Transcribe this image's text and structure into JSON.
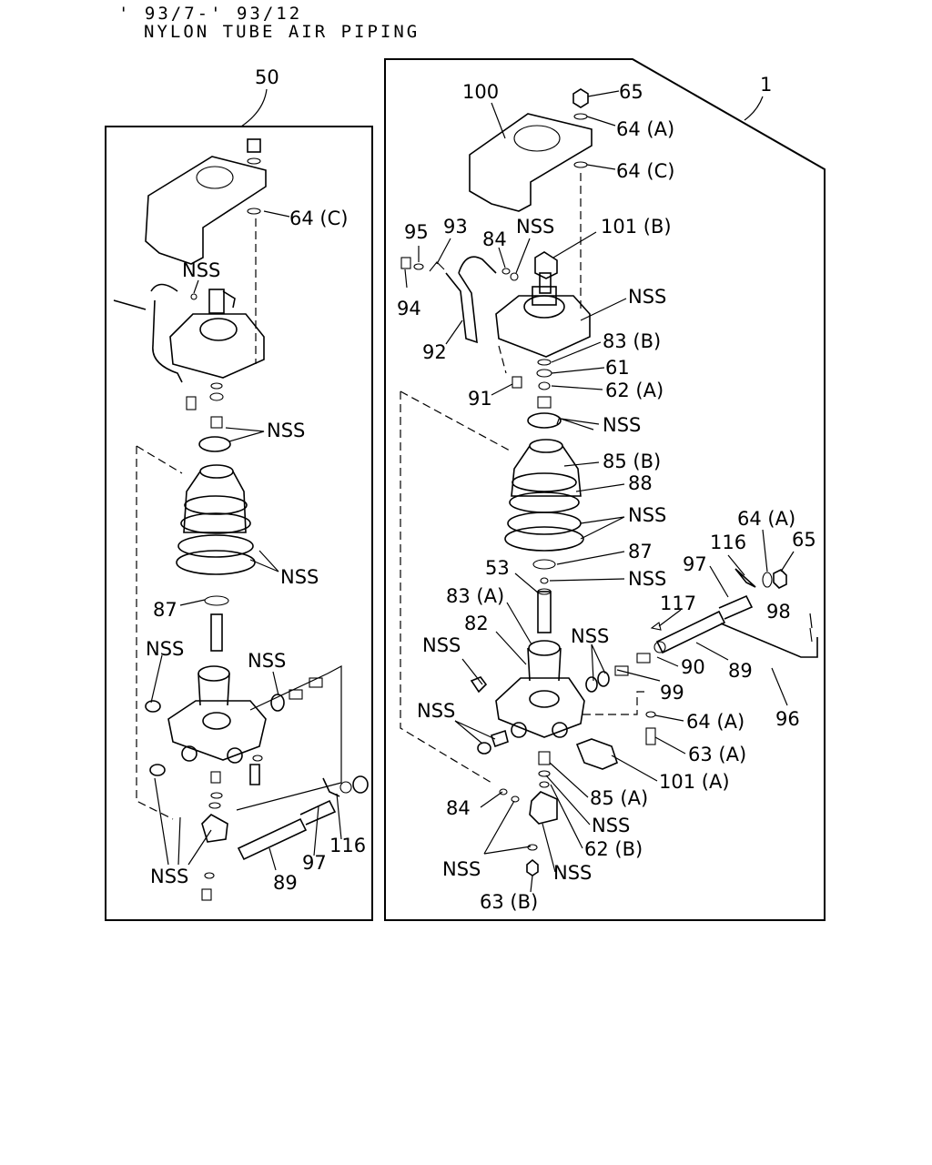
{
  "header": {
    "date_range": "' 93/7-' 93/12",
    "title": "NYLON TUBE AIR PIPING"
  },
  "left_panel": {
    "assembly_label": "50",
    "labels": [
      "64 (C)",
      "NSS",
      "NSS",
      "NSS",
      "87",
      "NSS",
      "NSS",
      "116",
      "97",
      "89",
      "NSS"
    ]
  },
  "right_panel": {
    "assembly_label": "1",
    "labels": [
      "100",
      "65",
      "64 (A)",
      "64 (C)",
      "95",
      "93",
      "84",
      "NSS",
      "101 (B)",
      "94",
      "NSS",
      "92",
      "83 (B)",
      "61",
      "62 (A)",
      "91",
      "NSS",
      "85 (B)",
      "88",
      "NSS",
      "87",
      "53",
      "NSS",
      "116",
      "64 (A)",
      "65",
      "97",
      "98",
      "117",
      "83 (A)",
      "82",
      "NSS",
      "NSS",
      "90",
      "89",
      "99",
      "96",
      "64 (A)",
      "NSS",
      "63 (A)",
      "101 (A)",
      "85 (A)",
      "84",
      "NSS",
      "62 (B)",
      "NSS",
      "NSS",
      "63 (B)"
    ]
  }
}
